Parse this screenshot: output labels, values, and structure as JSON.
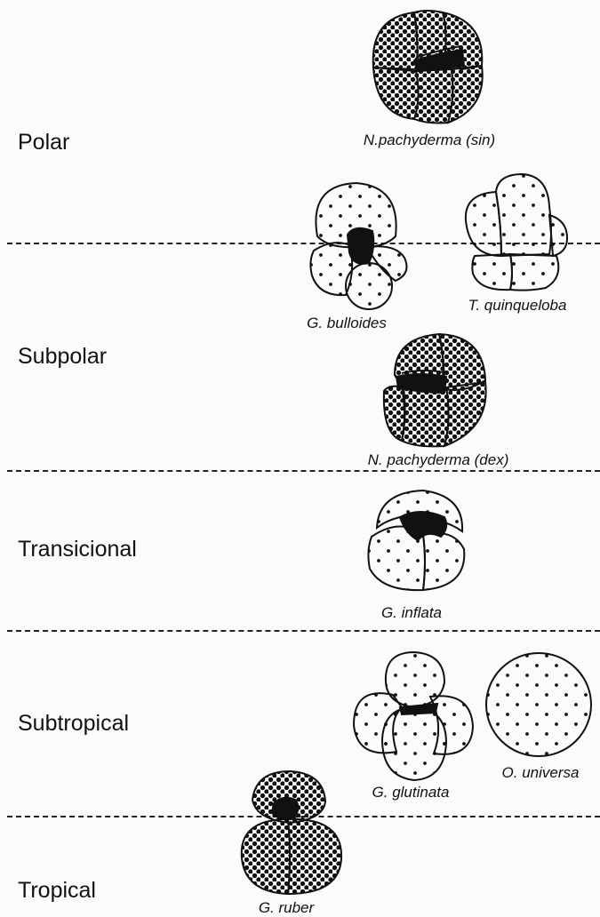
{
  "zones": [
    "Polar",
    "Subpolar",
    "Transicional",
    "Subtropical",
    "Tropical"
  ],
  "species": [
    "N.pachyderma (sin)",
    "G. bulloides",
    "T. quinqueloba",
    "N. pachyderma (dex)",
    "G. inflata",
    "G. glutinata",
    "O. universa",
    "G. ruber"
  ]
}
